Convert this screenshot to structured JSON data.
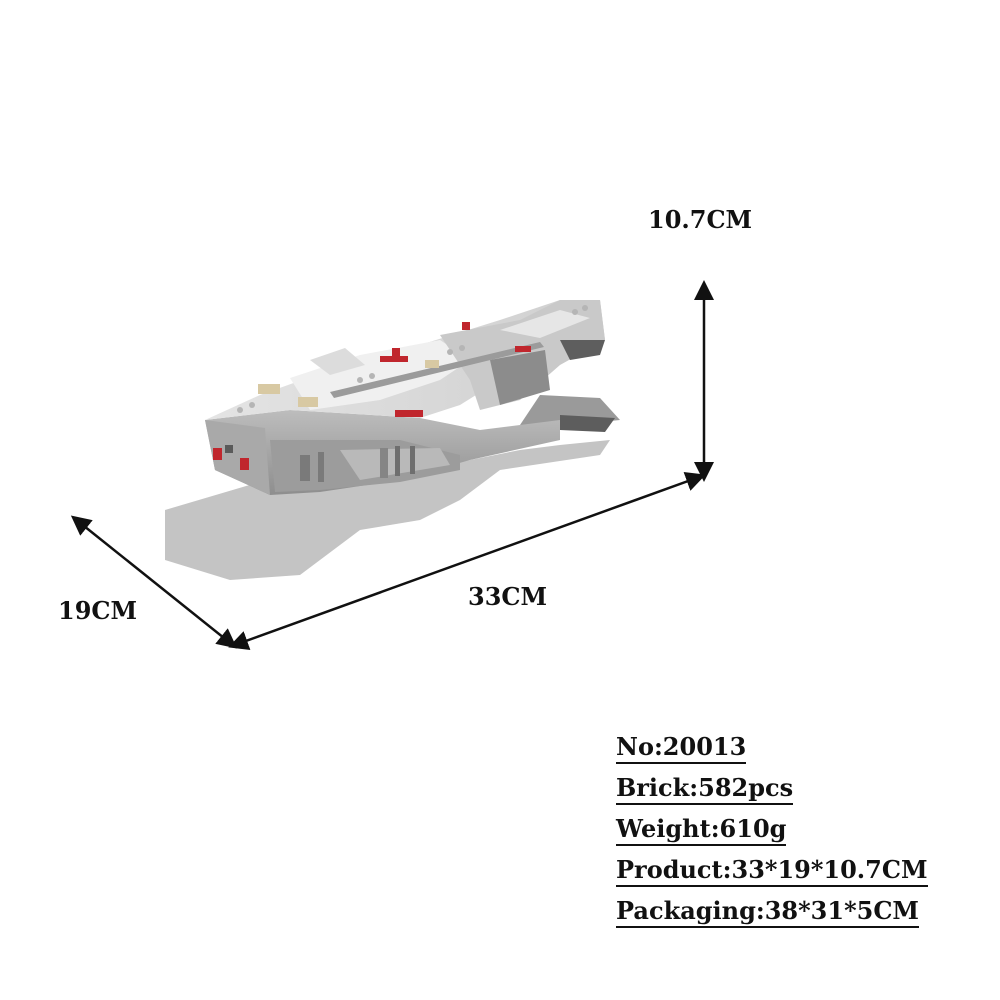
{
  "dimensions": {
    "height_label": "10.7CM",
    "length_label": "33CM",
    "depth_label": "19CM"
  },
  "specs": [
    "No:20013",
    "Brick:582pcs",
    "Weight:610g",
    "Product:33*19*10.7CM",
    "Packaging:38*31*5CM"
  ],
  "colors": {
    "hull_light": "#d9d9d9",
    "hull_mid": "#a8a8a8",
    "hull_dark": "#6e6e6e",
    "accent_red": "#c0262d",
    "accent_tan": "#d8c9a3",
    "shadow": "#c4c4c4",
    "arrow": "#111111"
  }
}
